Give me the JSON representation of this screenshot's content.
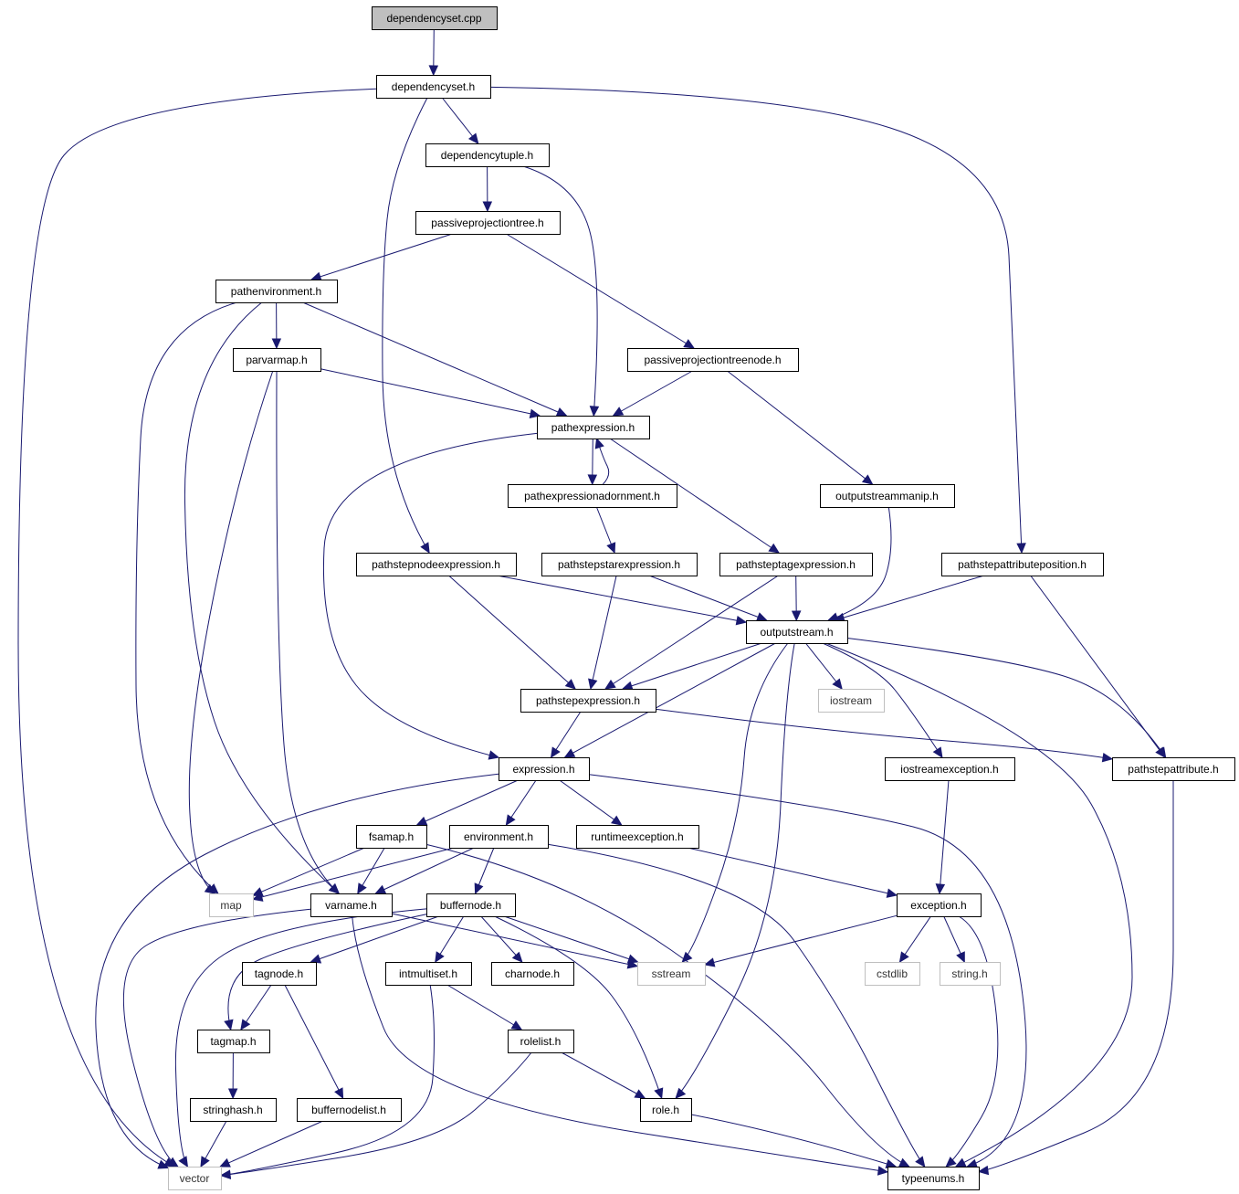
{
  "colors": {
    "edge": "#191970",
    "node_border": "#000000",
    "root_fill": "#bfbfbf",
    "system_border": "#bfbfbf",
    "node_fill": "#ffffff"
  },
  "nodes": [
    {
      "id": "dependencyset_cpp",
      "label": "dependencyset.cpp",
      "kind": "root"
    },
    {
      "id": "dependencyset_h",
      "label": "dependencyset.h",
      "kind": "header"
    },
    {
      "id": "dependencytuple_h",
      "label": "dependencytuple.h",
      "kind": "header"
    },
    {
      "id": "passiveprojectiontree_h",
      "label": "passiveprojectiontree.h",
      "kind": "header"
    },
    {
      "id": "pathenvironment_h",
      "label": "pathenvironment.h",
      "kind": "header"
    },
    {
      "id": "parvarmap_h",
      "label": "parvarmap.h",
      "kind": "header"
    },
    {
      "id": "passiveprojectiontreenode_h",
      "label": "passiveprojectiontreenode.h",
      "kind": "header"
    },
    {
      "id": "pathexpression_h",
      "label": "pathexpression.h",
      "kind": "header"
    },
    {
      "id": "pathexpressionadornment_h",
      "label": "pathexpressionadornment.h",
      "kind": "header"
    },
    {
      "id": "outputstreammanip_h",
      "label": "outputstreammanip.h",
      "kind": "header"
    },
    {
      "id": "pathstepnodeexpression_h",
      "label": "pathstepnodeexpression.h",
      "kind": "header"
    },
    {
      "id": "pathstepstarexpression_h",
      "label": "pathstepstarexpression.h",
      "kind": "header"
    },
    {
      "id": "pathsteptagexpression_h",
      "label": "pathsteptagexpression.h",
      "kind": "header"
    },
    {
      "id": "pathstepattributeposition_h",
      "label": "pathstepattributeposition.h",
      "kind": "header"
    },
    {
      "id": "outputstream_h",
      "label": "outputstream.h",
      "kind": "header"
    },
    {
      "id": "pathstepexpression_h",
      "label": "pathstepexpression.h",
      "kind": "header"
    },
    {
      "id": "iostream",
      "label": "iostream",
      "kind": "system"
    },
    {
      "id": "expression_h",
      "label": "expression.h",
      "kind": "header"
    },
    {
      "id": "iostreamexception_h",
      "label": "iostreamexception.h",
      "kind": "header"
    },
    {
      "id": "pathstepattribute_h",
      "label": "pathstepattribute.h",
      "kind": "header"
    },
    {
      "id": "fsamap_h",
      "label": "fsamap.h",
      "kind": "header"
    },
    {
      "id": "environment_h",
      "label": "environment.h",
      "kind": "header"
    },
    {
      "id": "runtimeexception_h",
      "label": "runtimeexception.h",
      "kind": "header"
    },
    {
      "id": "map",
      "label": "map",
      "kind": "system"
    },
    {
      "id": "varname_h",
      "label": "varname.h",
      "kind": "header"
    },
    {
      "id": "buffernode_h",
      "label": "buffernode.h",
      "kind": "header"
    },
    {
      "id": "exception_h",
      "label": "exception.h",
      "kind": "header"
    },
    {
      "id": "tagnode_h",
      "label": "tagnode.h",
      "kind": "header"
    },
    {
      "id": "intmultiset_h",
      "label": "intmultiset.h",
      "kind": "header"
    },
    {
      "id": "charnode_h",
      "label": "charnode.h",
      "kind": "header"
    },
    {
      "id": "sstream",
      "label": "sstream",
      "kind": "system"
    },
    {
      "id": "cstdlib",
      "label": "cstdlib",
      "kind": "system"
    },
    {
      "id": "string_h",
      "label": "string.h",
      "kind": "system"
    },
    {
      "id": "tagmap_h",
      "label": "tagmap.h",
      "kind": "header"
    },
    {
      "id": "rolelist_h",
      "label": "rolelist.h",
      "kind": "header"
    },
    {
      "id": "stringhash_h",
      "label": "stringhash.h",
      "kind": "header"
    },
    {
      "id": "buffernodelist_h",
      "label": "buffernodelist.h",
      "kind": "header"
    },
    {
      "id": "role_h",
      "label": "role.h",
      "kind": "header"
    },
    {
      "id": "vector",
      "label": "vector",
      "kind": "system"
    },
    {
      "id": "typeenums_h",
      "label": "typeenums.h",
      "kind": "header"
    }
  ],
  "edges": [
    [
      "dependencyset_cpp",
      "dependencyset_h"
    ],
    [
      "dependencyset_h",
      "dependencytuple_h"
    ],
    [
      "dependencyset_h",
      "vector"
    ],
    [
      "dependencyset_h",
      "pathstepnodeexpression_h"
    ],
    [
      "dependencyset_h",
      "pathstepattributeposition_h"
    ],
    [
      "dependencytuple_h",
      "passiveprojectiontree_h"
    ],
    [
      "dependencytuple_h",
      "pathexpression_h"
    ],
    [
      "passiveprojectiontree_h",
      "pathenvironment_h"
    ],
    [
      "passiveprojectiontree_h",
      "passiveprojectiontreenode_h"
    ],
    [
      "pathenvironment_h",
      "parvarmap_h"
    ],
    [
      "pathenvironment_h",
      "pathexpression_h"
    ],
    [
      "pathenvironment_h",
      "map"
    ],
    [
      "pathenvironment_h",
      "varname_h"
    ],
    [
      "parvarmap_h",
      "pathexpression_h"
    ],
    [
      "parvarmap_h",
      "map"
    ],
    [
      "parvarmap_h",
      "varname_h"
    ],
    [
      "passiveprojectiontreenode_h",
      "pathexpression_h"
    ],
    [
      "passiveprojectiontreenode_h",
      "outputstreammanip_h"
    ],
    [
      "pathexpression_h",
      "pathexpressionadornment_h"
    ],
    [
      "pathexpression_h",
      "pathsteptagexpression_h"
    ],
    [
      "pathexpression_h",
      "expression_h"
    ],
    [
      "pathexpressionadornment_h",
      "pathexpression_h"
    ],
    [
      "pathexpressionadornment_h",
      "pathstepstarexpression_h"
    ],
    [
      "outputstreammanip_h",
      "outputstream_h"
    ],
    [
      "pathstepnodeexpression_h",
      "outputstream_h"
    ],
    [
      "pathstepnodeexpression_h",
      "pathstepexpression_h"
    ],
    [
      "pathstepstarexpression_h",
      "outputstream_h"
    ],
    [
      "pathstepstarexpression_h",
      "pathstepexpression_h"
    ],
    [
      "pathsteptagexpression_h",
      "outputstream_h"
    ],
    [
      "pathsteptagexpression_h",
      "pathstepexpression_h"
    ],
    [
      "pathstepattributeposition_h",
      "outputstream_h"
    ],
    [
      "pathstepattributeposition_h",
      "pathstepattribute_h"
    ],
    [
      "outputstream_h",
      "pathstepexpression_h"
    ],
    [
      "outputstream_h",
      "iostream"
    ],
    [
      "outputstream_h",
      "expression_h"
    ],
    [
      "outputstream_h",
      "iostreamexception_h"
    ],
    [
      "outputstream_h",
      "pathstepattribute_h"
    ],
    [
      "outputstream_h",
      "sstream"
    ],
    [
      "outputstream_h",
      "role_h"
    ],
    [
      "outputstream_h",
      "typeenums_h"
    ],
    [
      "pathstepexpression_h",
      "expression_h"
    ],
    [
      "pathstepexpression_h",
      "pathstepattribute_h"
    ],
    [
      "expression_h",
      "fsamap_h"
    ],
    [
      "expression_h",
      "environment_h"
    ],
    [
      "expression_h",
      "runtimeexception_h"
    ],
    [
      "expression_h",
      "vector"
    ],
    [
      "expression_h",
      "typeenums_h"
    ],
    [
      "iostreamexception_h",
      "exception_h"
    ],
    [
      "pathstepattribute_h",
      "typeenums_h"
    ],
    [
      "fsamap_h",
      "map"
    ],
    [
      "fsamap_h",
      "varname_h"
    ],
    [
      "fsamap_h",
      "typeenums_h"
    ],
    [
      "environment_h",
      "map"
    ],
    [
      "environment_h",
      "varname_h"
    ],
    [
      "environment_h",
      "buffernode_h"
    ],
    [
      "environment_h",
      "typeenums_h"
    ],
    [
      "runtimeexception_h",
      "exception_h"
    ],
    [
      "varname_h",
      "sstream"
    ],
    [
      "varname_h",
      "vector"
    ],
    [
      "varname_h",
      "typeenums_h"
    ],
    [
      "buffernode_h",
      "tagnode_h"
    ],
    [
      "buffernode_h",
      "intmultiset_h"
    ],
    [
      "buffernode_h",
      "charnode_h"
    ],
    [
      "buffernode_h",
      "sstream"
    ],
    [
      "buffernode_h",
      "role_h"
    ],
    [
      "buffernode_h",
      "tagmap_h"
    ],
    [
      "buffernode_h",
      "vector"
    ],
    [
      "exception_h",
      "sstream"
    ],
    [
      "exception_h",
      "cstdlib"
    ],
    [
      "exception_h",
      "string_h"
    ],
    [
      "exception_h",
      "typeenums_h"
    ],
    [
      "tagnode_h",
      "tagmap_h"
    ],
    [
      "tagnode_h",
      "buffernodelist_h"
    ],
    [
      "intmultiset_h",
      "rolelist_h"
    ],
    [
      "intmultiset_h",
      "vector"
    ],
    [
      "tagmap_h",
      "stringhash_h"
    ],
    [
      "rolelist_h",
      "role_h"
    ],
    [
      "rolelist_h",
      "vector"
    ],
    [
      "stringhash_h",
      "vector"
    ],
    [
      "buffernodelist_h",
      "vector"
    ],
    [
      "role_h",
      "typeenums_h"
    ]
  ]
}
